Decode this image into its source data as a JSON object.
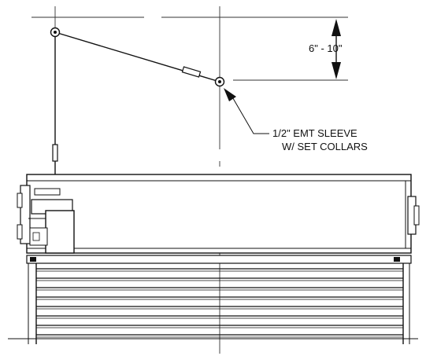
{
  "dimension": {
    "label": "6\" - 10\""
  },
  "callout": {
    "line1": "1/2\" EMT SLEEVE",
    "line2": "W/ SET COLLARS"
  }
}
